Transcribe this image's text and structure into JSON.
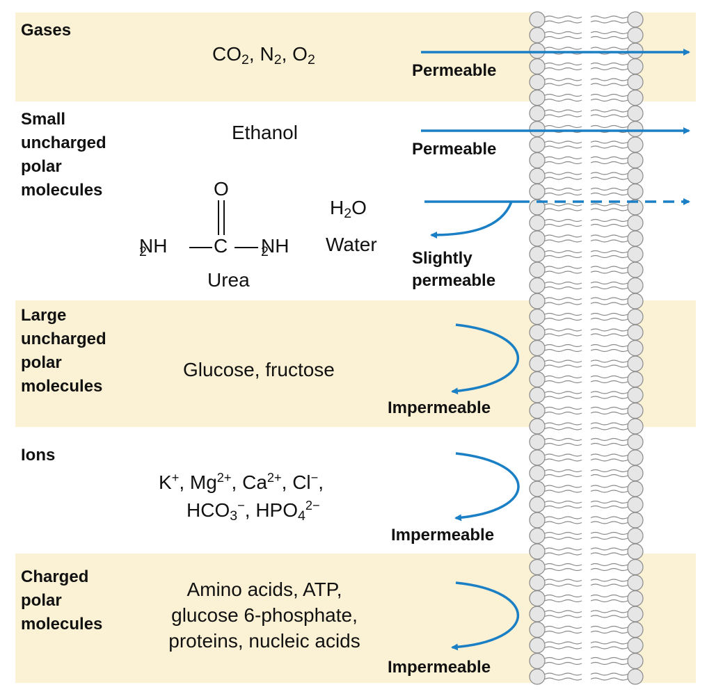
{
  "categories": {
    "gases": "Gases",
    "small_polar": [
      "Small",
      "uncharged",
      "polar",
      "molecules"
    ],
    "large_polar": [
      "Large",
      "uncharged",
      "polar",
      "molecules"
    ],
    "ions": "Ions",
    "charged_polar": [
      "Charged",
      "polar",
      "molecules"
    ]
  },
  "molecules": {
    "co2": "CO",
    "co2_sub": "2",
    "n2": "N",
    "n2_sub": "2",
    "o2": "O",
    "o2_sub": "2",
    "sep": ",",
    "ethanol": "Ethanol",
    "urea_o": "O",
    "urea_nh2": "NH",
    "urea_nh2_sub": "2",
    "urea_c": "C",
    "urea_name": "Urea",
    "h2o_h": "H",
    "h2o_sub": "2",
    "h2o_o": "O",
    "water": "Water",
    "glucose": "Glucose, fructose",
    "ions_k": "K",
    "ions_k_sup": "+",
    "ions_mg": "Mg",
    "ions_mg_sup": "2+",
    "ions_ca": "Ca",
    "ions_ca_sup": "2+",
    "ions_cl": "Cl",
    "ions_cl_sup": "−",
    "ions_hco": "HCO",
    "ions_hco_sub": "3",
    "ions_hco_sup": "−",
    "ions_hpo": "HPO",
    "ions_hpo_sub": "4",
    "ions_hpo_sup": "2−",
    "charged_line1": "Amino acids, ATP,",
    "charged_line2": "glucose 6-phosphate,",
    "charged_line3": "proteins, nucleic acids"
  },
  "permeability": {
    "gases": "Permeable",
    "ethanol": "Permeable",
    "water_line1": "Slightly",
    "water_line2": "permeable",
    "glucose": "Impermeable",
    "ions": "Impermeable",
    "charged": "Impermeable"
  },
  "colors": {
    "band": "#fbf1d4",
    "arrow": "#1a7fc4",
    "lipid_head": "#e6e6e6",
    "lipid_outline": "#8a8a8a"
  }
}
